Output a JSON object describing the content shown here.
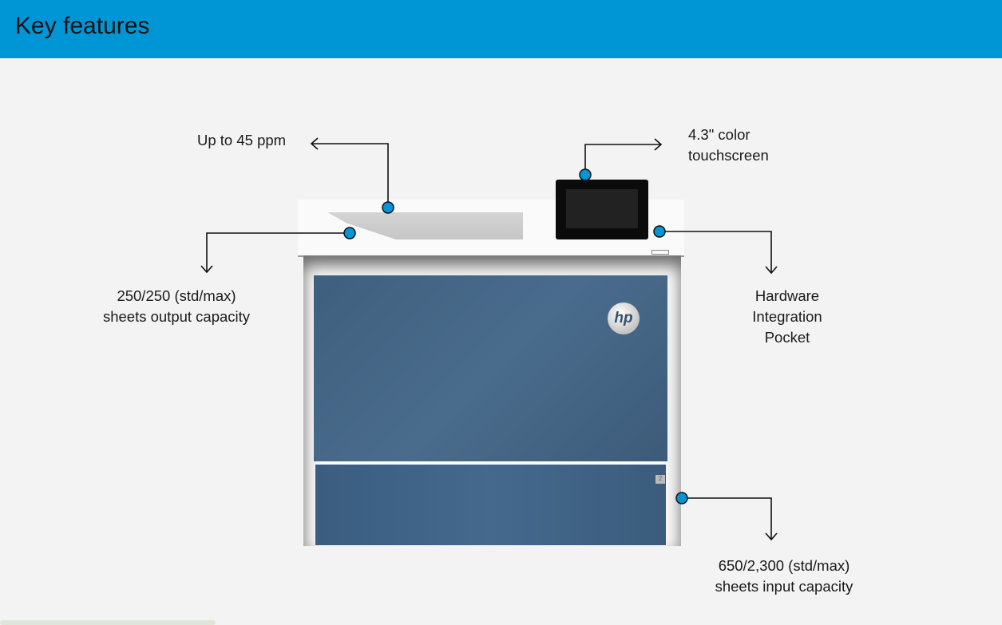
{
  "header": {
    "title": "Key features"
  },
  "features": {
    "speed": "Up to 45 ppm",
    "touchscreen": [
      "4.3\" color",
      "touchscreen"
    ],
    "output": [
      "250/250 (std/max)",
      "sheets output capacity"
    ],
    "pocket": [
      "Hardware",
      "Integration",
      "Pocket"
    ],
    "input": [
      "650/2,300 (std/max)",
      "sheets input capacity"
    ]
  },
  "printer": {
    "logo": "hp",
    "tray_number": "2"
  },
  "colors": {
    "accent": "#0096d6",
    "panel": "#436585"
  }
}
